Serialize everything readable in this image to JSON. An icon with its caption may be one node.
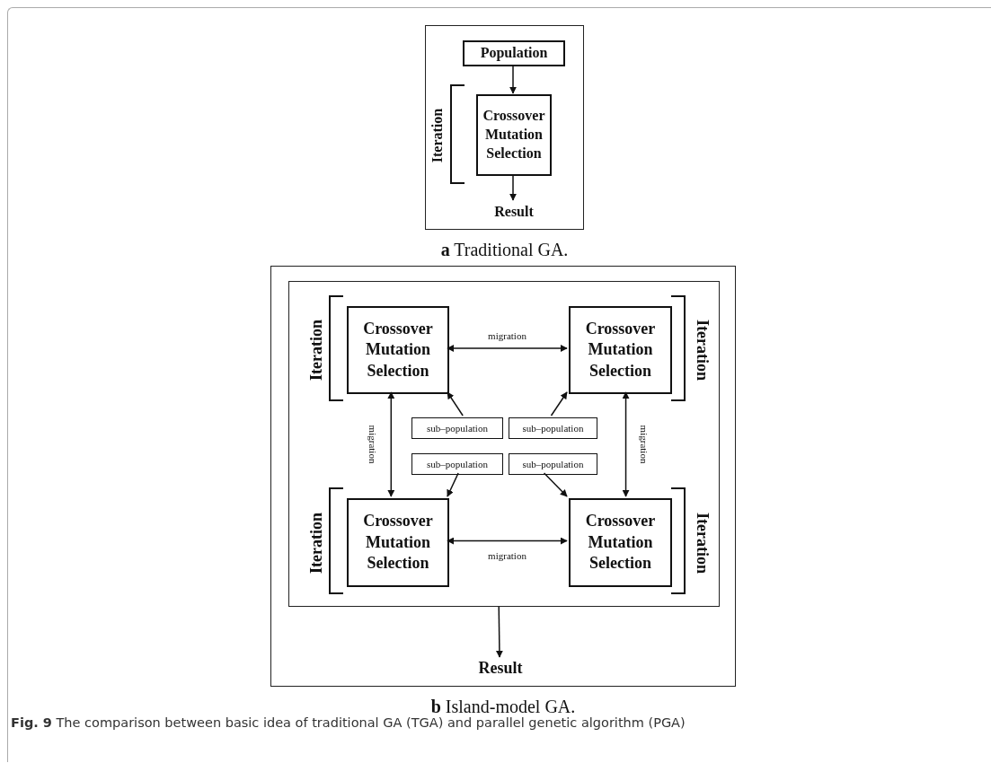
{
  "diagram": {
    "caption": "**Fig. 9** The comparison between basic idea of traditional GA (TGA) and parallel genetic algorithm (PGA)",
    "nodes": [
      {
        "text": [],
        "shape": "box",
        "beside": [
          "**a** Traditional GA."
        ]
      },
      {
        "text": [
          "Population"
        ],
        "in": 0
      },
      {
        "text": [
          "Crossover Mutation Selection"
        ],
        "in": 0,
        "beside": [
          "Iteration"
        ]
      },
      {
        "text": [
          "Result"
        ],
        "in": 0
      },
      {
        "text": [],
        "shape": "box",
        "beside": [
          "**b** Island-model GA."
        ]
      },
      {
        "text": [],
        "shape": "box",
        "in": 4
      },
      {
        "text": [
          "Crossover Mutation Selection"
        ],
        "in": 5,
        "beside": [
          "Iteration"
        ]
      },
      {
        "text": [
          "Crossover Mutation Selection"
        ],
        "in": 5,
        "beside": [
          "Iteration"
        ]
      },
      {
        "text": [
          "Crossover Mutation Selection"
        ],
        "in": 5,
        "beside": [
          "Iteration"
        ]
      },
      {
        "text": [
          "Crossover Mutation Selection"
        ],
        "in": 5,
        "beside": [
          "Iteration"
        ]
      },
      {
        "text": [
          "sub–population"
        ],
        "in": 5
      },
      {
        "text": [
          "sub–population"
        ],
        "in": 5
      },
      {
        "text": [
          "sub–population"
        ],
        "in": 5
      },
      {
        "text": [
          "sub–population"
        ],
        "in": 5
      },
      {
        "text": [
          "Result"
        ],
        "in": 4
      }
    ],
    "edges": [
      {
        "from": 1,
        "to": 2,
        "arrow": "to"
      },
      {
        "from": 2,
        "to": 3,
        "arrow": "to"
      },
      {
        "from": 6,
        "to": 7,
        "arrow": "both",
        "label": "migration"
      },
      {
        "from": 6,
        "to": 8,
        "arrow": "both",
        "label": "migration"
      },
      {
        "from": 7,
        "to": 9,
        "arrow": "both",
        "label": "migration"
      },
      {
        "from": 8,
        "to": 9,
        "arrow": "both",
        "label": "migration"
      },
      {
        "from": 10,
        "to": 6,
        "arrow": "to"
      },
      {
        "from": 11,
        "to": 7,
        "arrow": "to"
      },
      {
        "from": 12,
        "to": 8,
        "arrow": "to"
      },
      {
        "from": 13,
        "to": 9,
        "arrow": "to"
      },
      {
        "from": 5,
        "to": 14,
        "arrow": "to"
      }
    ]
  }
}
